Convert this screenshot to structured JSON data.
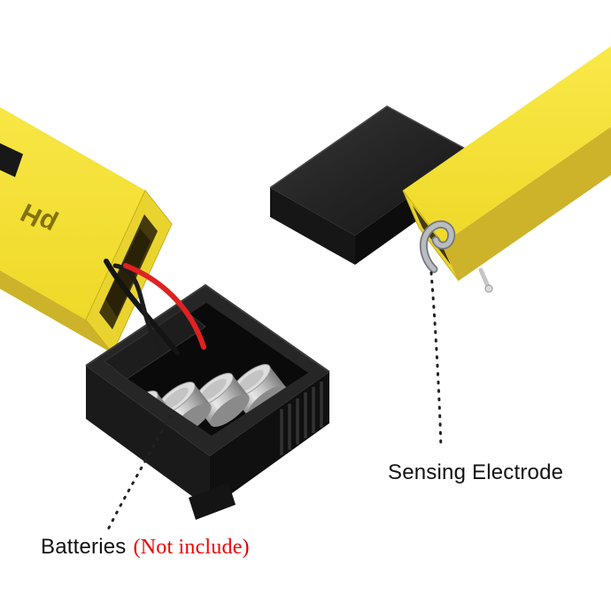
{
  "scene": {
    "title": "pH meter disassembly illustration",
    "background": "#ffffff",
    "device": {
      "ph_marking": "pH"
    },
    "annotations": {
      "batteries_label": "Batteries",
      "batteries_note": "(Not include)",
      "sensing_electrode_label": "Sensing Electrode"
    },
    "colors": {
      "body_yellow": "#f6e23a",
      "body_yellow_shade": "#cdb329",
      "body_yellow_rim": "#e9d42f",
      "cavity_shadow": "#453a0c",
      "part_black": "#262626",
      "part_black_dark": "#101010",
      "battery_silver": "#d6d6d6",
      "wire_red": "#e02121",
      "wire_black": "#141414",
      "note_red": "#ee0000",
      "label_text": "#111111"
    }
  }
}
